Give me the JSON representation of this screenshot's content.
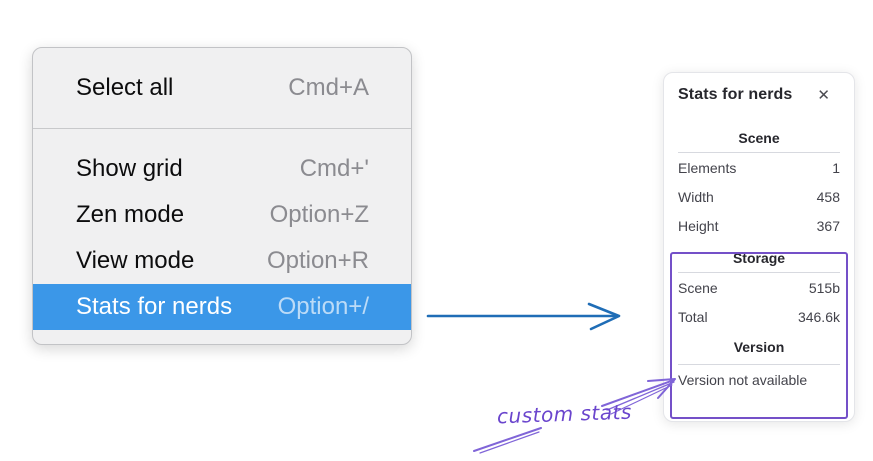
{
  "menu": {
    "sections": [
      {
        "items": [
          {
            "label": "Select all",
            "shortcut": "Cmd+A",
            "state": "normal"
          }
        ]
      },
      {
        "items": [
          {
            "label": "Show grid",
            "shortcut": "Cmd+'",
            "state": "normal"
          },
          {
            "label": "Zen mode",
            "shortcut": "Option+Z",
            "state": "normal"
          },
          {
            "label": "View mode",
            "shortcut": "Option+R",
            "state": "normal"
          },
          {
            "label": "Stats for nerds",
            "shortcut": "Option+/",
            "state": "highlighted"
          }
        ]
      }
    ]
  },
  "panel": {
    "title": "Stats for nerds",
    "scene": {
      "header": "Scene",
      "rows": [
        {
          "label": "Elements",
          "value": "1"
        },
        {
          "label": "Width",
          "value": "458"
        },
        {
          "label": "Height",
          "value": "367"
        }
      ]
    },
    "storage": {
      "header": "Storage",
      "rows": [
        {
          "label": "Scene",
          "value": "515b"
        },
        {
          "label": "Total",
          "value": "346.6k"
        }
      ]
    },
    "version": {
      "header": "Version",
      "note": "Version not available"
    }
  },
  "annotation": {
    "label": "custom stats"
  },
  "icons": {
    "close": "✕"
  },
  "colors": {
    "menu_highlight": "#3b97e8",
    "menu_background": "#f0f0f1",
    "flow_arrow": "#1f6db6",
    "annotation_purple": "#7450c8",
    "annotation_text": "#6a45cd"
  }
}
